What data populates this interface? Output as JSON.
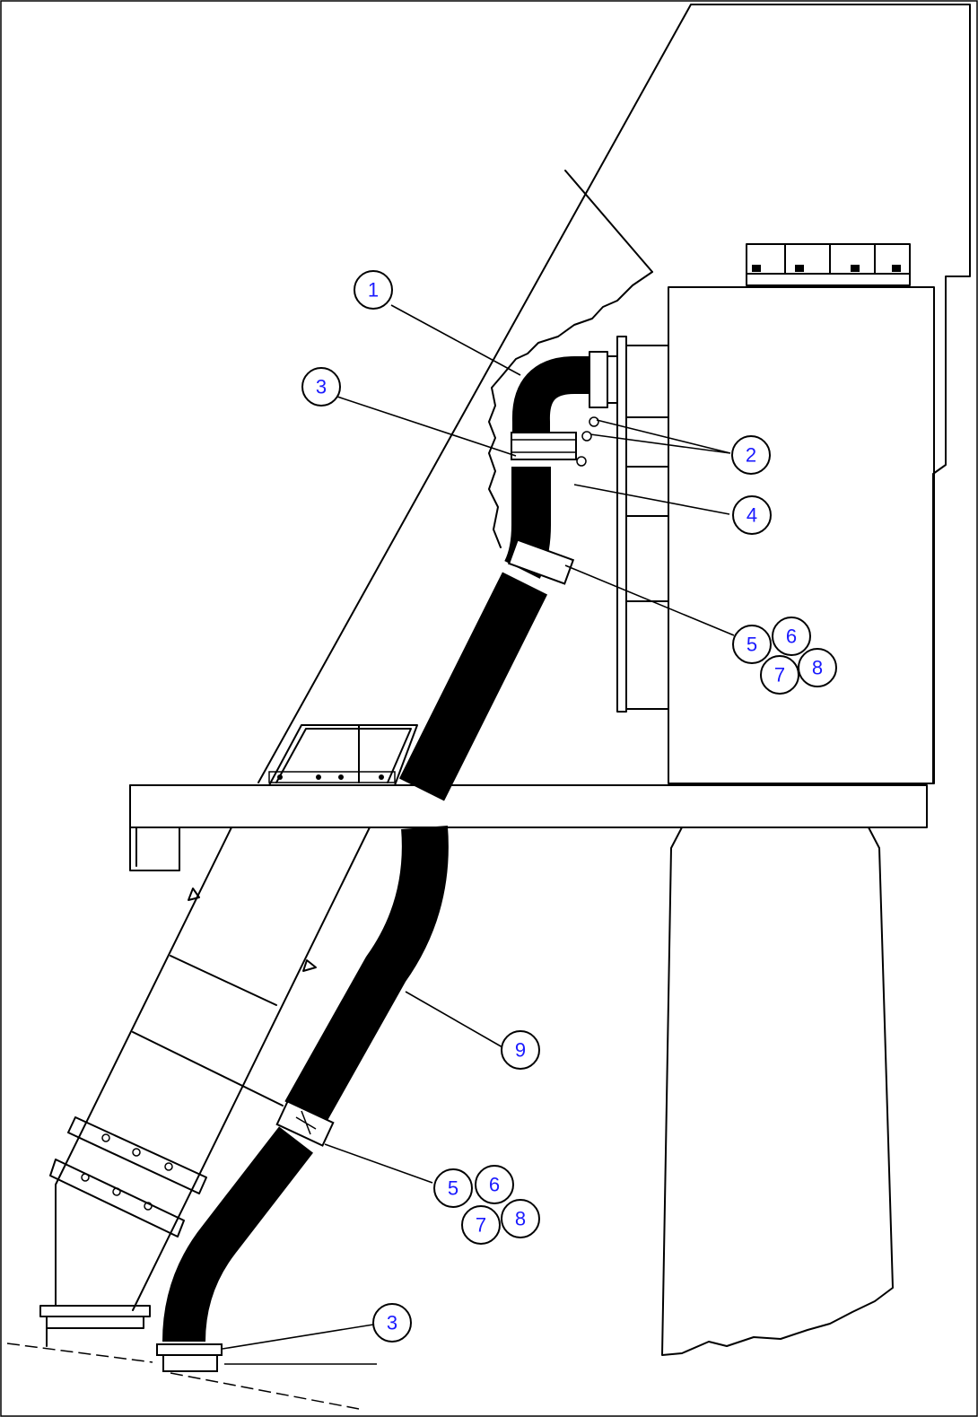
{
  "callouts": [
    {
      "id": "c1",
      "label": "1"
    },
    {
      "id": "c2",
      "label": "2"
    },
    {
      "id": "c3a",
      "label": "3"
    },
    {
      "id": "c4",
      "label": "4"
    },
    {
      "id": "c5a",
      "label": "5"
    },
    {
      "id": "c6a",
      "label": "6"
    },
    {
      "id": "c7a",
      "label": "7"
    },
    {
      "id": "c8a",
      "label": "8"
    },
    {
      "id": "c9",
      "label": "9"
    },
    {
      "id": "c5b",
      "label": "5"
    },
    {
      "id": "c6b",
      "label": "6"
    },
    {
      "id": "c7b",
      "label": "7"
    },
    {
      "id": "c8b",
      "label": "8"
    },
    {
      "id": "c3b",
      "label": "3"
    }
  ],
  "colors": {
    "callout_text": "#1a1aff",
    "line": "#000000",
    "background": "#ffffff"
  }
}
